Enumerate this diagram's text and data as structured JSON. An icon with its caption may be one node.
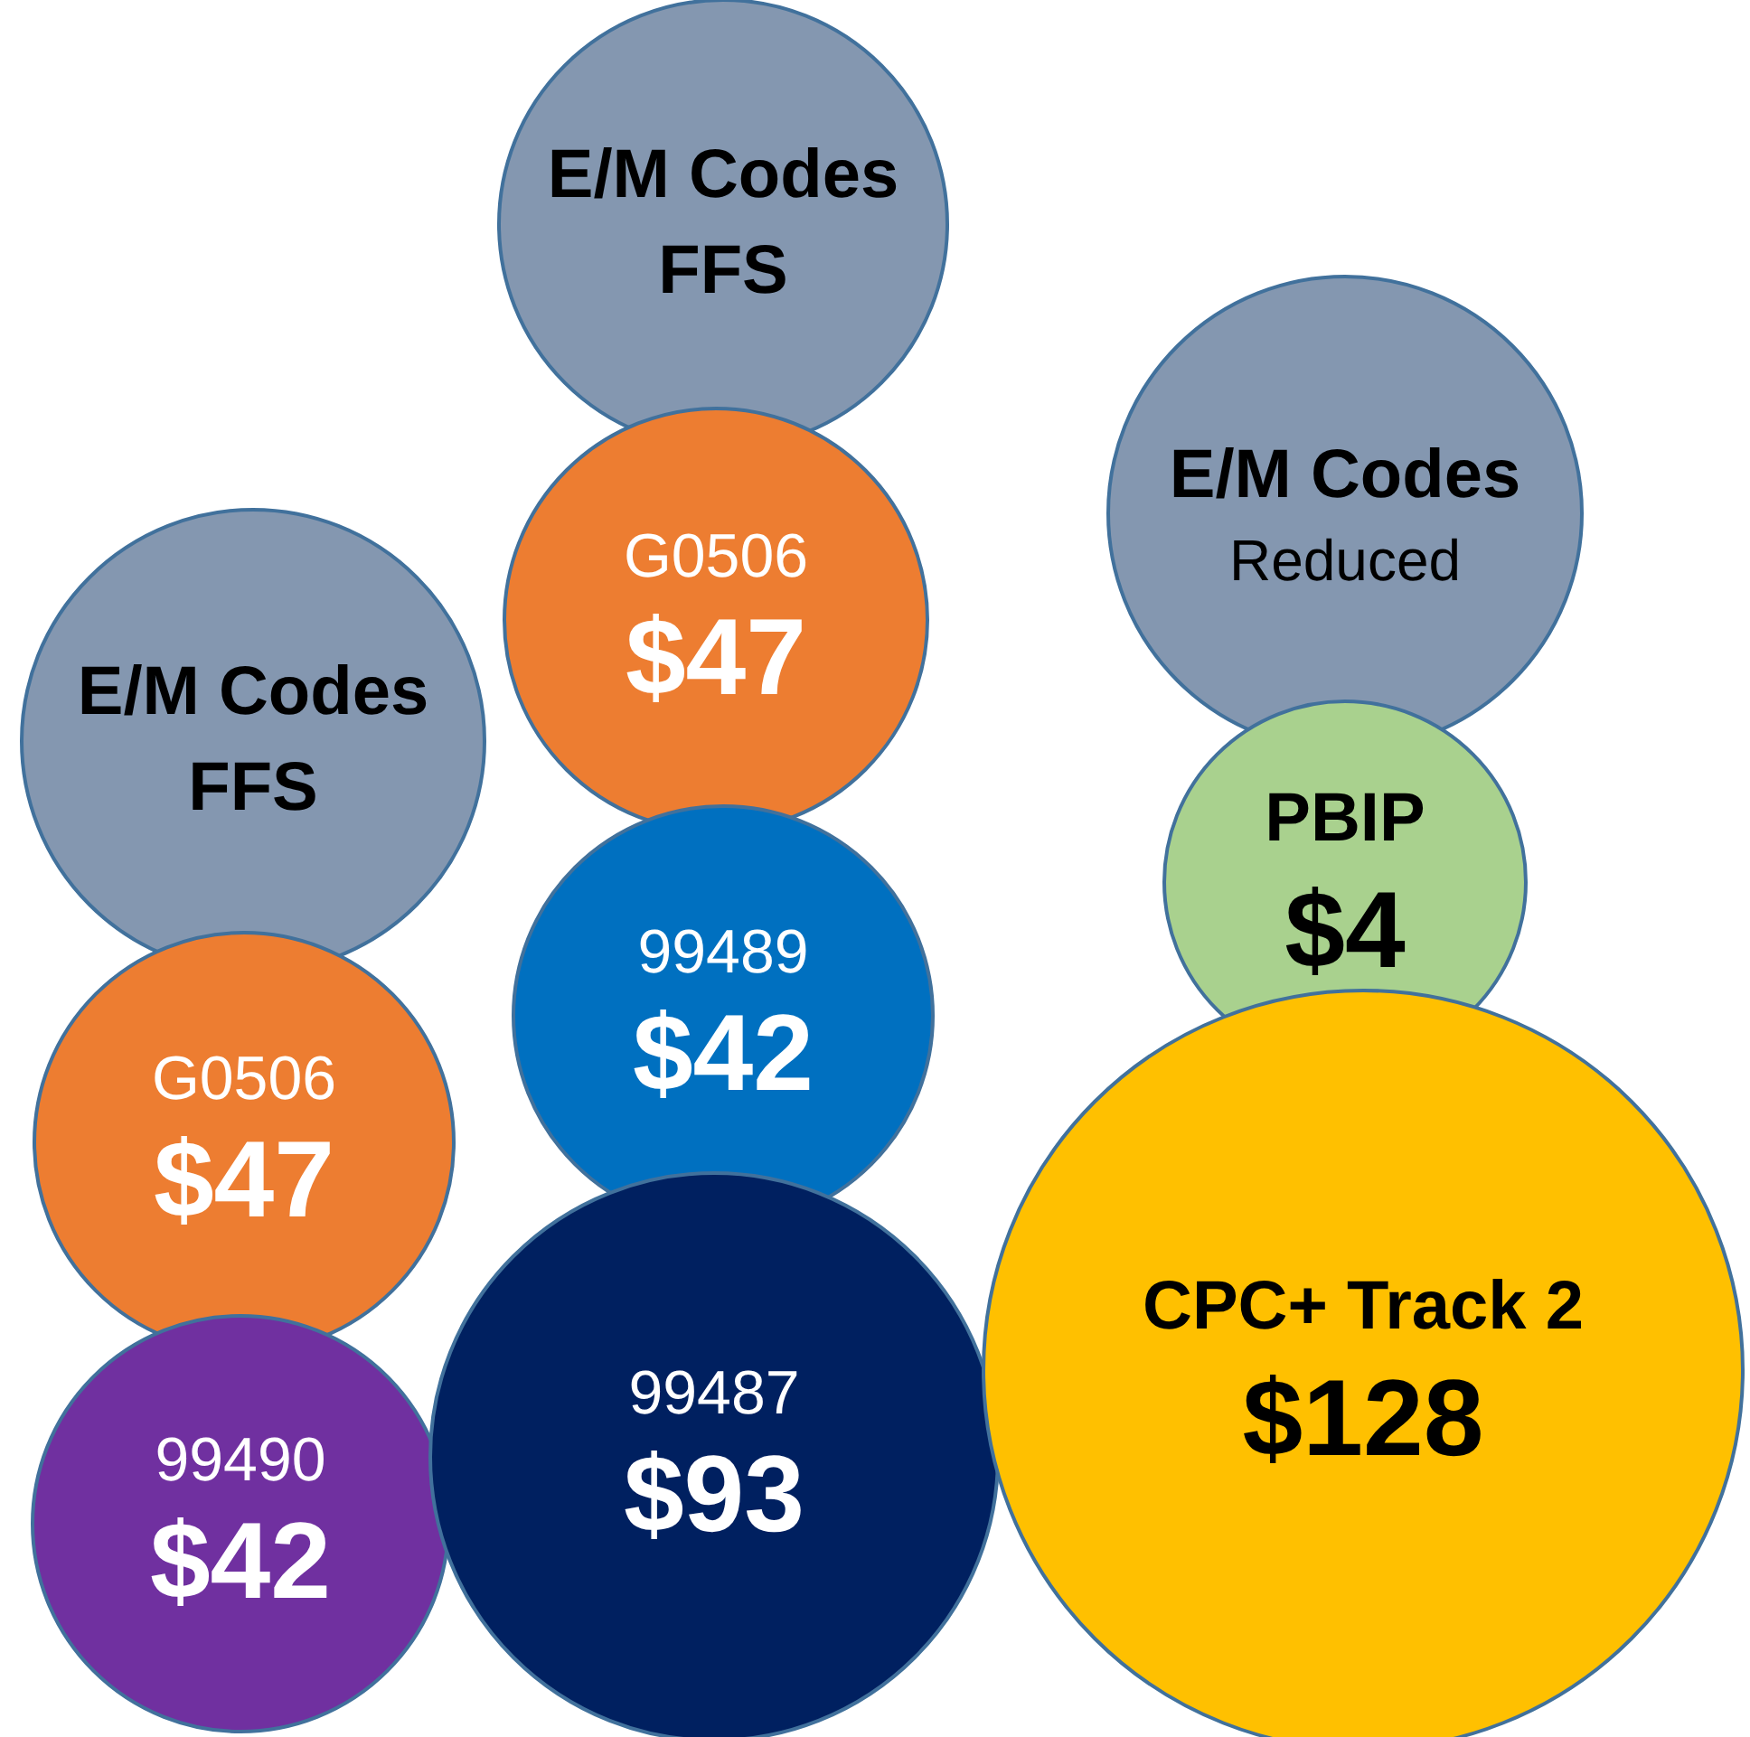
{
  "diagram": {
    "nodes": [
      {
        "text": [
          "E/M Codes FFS"
        ]
      },
      {
        "text": [
          "G0506",
          "$47"
        ]
      },
      {
        "text": [
          "99490",
          "$42"
        ]
      },
      {
        "text": [
          "E/M Codes FFS"
        ]
      },
      {
        "text": [
          "G0506",
          "$47"
        ]
      },
      {
        "text": [
          "99489",
          "$42"
        ]
      },
      {
        "text": [
          "99487",
          "$93"
        ]
      },
      {
        "text": [
          "E/M Codes",
          "Reduced"
        ]
      },
      {
        "text": [
          "PBIP",
          "$4"
        ]
      },
      {
        "text": [
          "CPC+ Track 2",
          "$128"
        ]
      }
    ]
  }
}
